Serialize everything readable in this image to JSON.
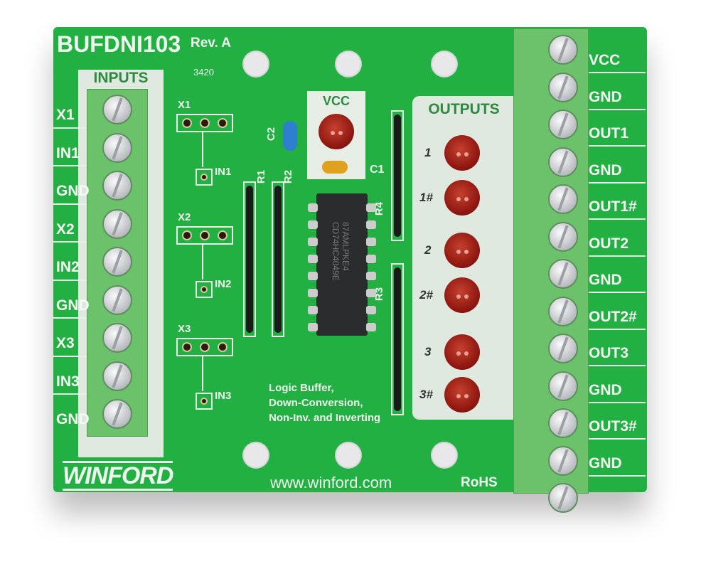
{
  "board": {
    "model": "BUFDNI103",
    "revision": "Rev. A",
    "date_code": "3420",
    "inputs_header": "INPUTS",
    "outputs_header": "OUTPUTS",
    "vcc_label": "VCC",
    "description": [
      "Logic Buffer,",
      "Down-Conversion,",
      "Non-Inv. and Inverting"
    ],
    "website": "www.winford.com",
    "rohs": "RoHS",
    "logo": "WINFORD",
    "chip_text": [
      "87AMLPKE4",
      "CD74HC4049E"
    ],
    "components": {
      "c1": "C1",
      "c2": "C2",
      "r1": "R1",
      "r2": "R2",
      "r3": "R3",
      "r4": "R4"
    },
    "jumpers": [
      "X1",
      "X2",
      "X3"
    ],
    "testpoints": [
      "IN1",
      "IN2",
      "IN3"
    ],
    "input_labels": [
      "X1",
      "IN1",
      "GND",
      "X2",
      "IN2",
      "GND",
      "X3",
      "IN3",
      "GND"
    ],
    "output_labels": [
      "VCC",
      "GND",
      "OUT1",
      "GND",
      "OUT1#",
      "OUT2",
      "GND",
      "OUT2#",
      "OUT3",
      "GND",
      "OUT3#",
      "GND"
    ],
    "led_labels": [
      "1",
      "1#",
      "2",
      "2#",
      "3",
      "3#"
    ],
    "colors": {
      "pcb": "#22b043",
      "terminal": "#6bc26a",
      "led": "#8a140e"
    }
  }
}
